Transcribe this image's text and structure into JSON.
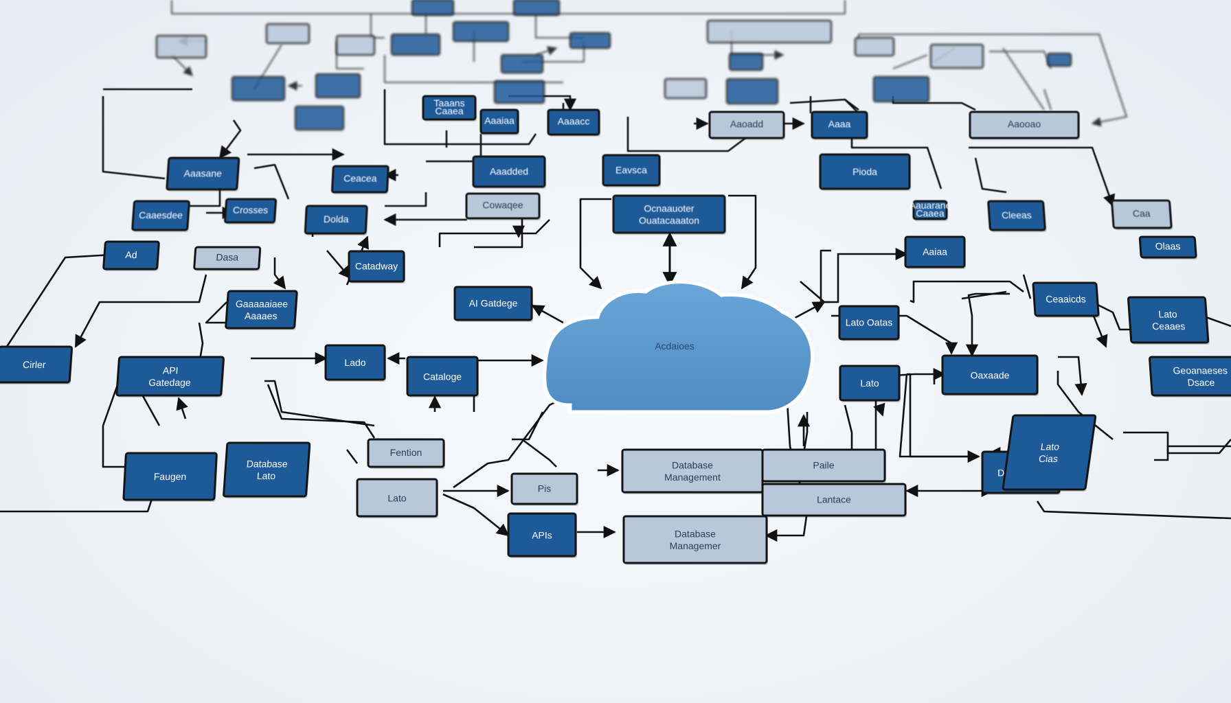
{
  "diagram": {
    "colors": {
      "background": "#eef3f8",
      "node_dark": "#1f5a98",
      "node_light": "#b8c8da",
      "cloud": "#5b98cd",
      "edge": "#111111",
      "label_dark": "#ffffff",
      "label_light": "#2b3d52"
    },
    "cloud": {
      "label": "Acdaioes"
    },
    "nodes": [
      {
        "id": "n-api-gateway-left",
        "label": "API Gatedage",
        "style": "dark"
      },
      {
        "id": "n-api-gateway-center",
        "label": "AI Gatdege",
        "style": "dark"
      },
      {
        "id": "n-lado",
        "label": "Lado",
        "style": "dark"
      },
      {
        "id": "n-catalags",
        "label": "Cataloge",
        "style": "dark"
      },
      {
        "id": "n-cirler",
        "label": "Cirler",
        "style": "dark"
      },
      {
        "id": "n-ad",
        "label": "Ad",
        "style": "dark"
      },
      {
        "id": "n-dasa",
        "label": "Dasa",
        "style": "light"
      },
      {
        "id": "n-gaaanaiace",
        "label": "Gaaaaaiaee Aaaaes",
        "style": "dark"
      },
      {
        "id": "n-feaugen",
        "label": "Faugen",
        "style": "dark"
      },
      {
        "id": "n-database-lato",
        "label": "Database Lato",
        "style": "dark"
      },
      {
        "id": "n-fention",
        "label": "Fention",
        "style": "light"
      },
      {
        "id": "n-lato-left",
        "label": "Lato",
        "style": "light"
      },
      {
        "id": "n-pis",
        "label": "Pis",
        "style": "light"
      },
      {
        "id": "n-apis",
        "label": "APIs",
        "style": "dark"
      },
      {
        "id": "n-dm-top",
        "label": "Database Management",
        "style": "light"
      },
      {
        "id": "n-paile",
        "label": "Paile",
        "style": "light"
      },
      {
        "id": "n-lantace",
        "label": "Lantace",
        "style": "light"
      },
      {
        "id": "n-dm-bottom",
        "label": "Database Managemer",
        "style": "light"
      },
      {
        "id": "n-lato-right",
        "label": "Lato",
        "style": "dark"
      },
      {
        "id": "n-lato-oatas",
        "label": "Lato Oatas",
        "style": "dark"
      },
      {
        "id": "n-damadase",
        "label": "Damadase",
        "style": "dark"
      },
      {
        "id": "n-oaxaade",
        "label": "Oaxaade",
        "style": "dark"
      },
      {
        "id": "n-lato-cias",
        "label": "Lato Cias",
        "style": "dark"
      },
      {
        "id": "n-geoanaeses",
        "label": "Geoanaeses Dsace",
        "style": "dark"
      },
      {
        "id": "n-ceaaicds",
        "label": "Ceaaicds",
        "style": "dark"
      },
      {
        "id": "n-lato-ceaaes",
        "label": "Lato Ceaaes",
        "style": "dark"
      },
      {
        "id": "n-ocnaauoter",
        "label": "Ocnaauoter Ouatacaaaton",
        "style": "dark"
      },
      {
        "id": "n-catadway",
        "label": "Catadway",
        "style": "dark"
      },
      {
        "id": "n-dolda",
        "label": "Dolda",
        "style": "dark"
      },
      {
        "id": "n-cowaqee",
        "label": "Cowaqee",
        "style": "light"
      },
      {
        "id": "n-ceacea",
        "label": "Ceacea",
        "style": "dark"
      },
      {
        "id": "n-aaasane",
        "label": "Aaasane",
        "style": "dark"
      },
      {
        "id": "n-caaesdee",
        "label": "Caaesdee",
        "style": "dark"
      },
      {
        "id": "n-crosses",
        "label": "Crosses",
        "style": "dark"
      },
      {
        "id": "n-aaadded",
        "label": "Aaadded",
        "style": "dark"
      },
      {
        "id": "n-eavsca",
        "label": "Eavsca",
        "style": "dark"
      },
      {
        "id": "n-pioda",
        "label": "Pioda",
        "style": "dark"
      },
      {
        "id": "n-aauarane",
        "label": "Aauarane Caaea",
        "style": "dark"
      },
      {
        "id": "n-cleeas",
        "label": "Cleeas",
        "style": "dark"
      },
      {
        "id": "n-aaiaa",
        "label": "Aaiaa",
        "style": "dark"
      },
      {
        "id": "n-caa-l",
        "label": "Caa",
        "style": "light"
      },
      {
        "id": "n-olaas",
        "label": "Olaas",
        "style": "dark"
      },
      {
        "id": "n-aaoadd",
        "label": "Aaoadd",
        "style": "light"
      },
      {
        "id": "n-aaaa",
        "label": "Aaaa",
        "style": "dark"
      },
      {
        "id": "n-aaooao",
        "label": "Aaooao",
        "style": "light"
      },
      {
        "id": "n-taaans",
        "label": "Taaans Caaea",
        "style": "dark"
      },
      {
        "id": "n-aaaiaa",
        "label": "Aaaiaa",
        "style": "dark"
      },
      {
        "id": "n-aaaacc",
        "label": "Aaaacc",
        "style": "dark"
      }
    ]
  }
}
